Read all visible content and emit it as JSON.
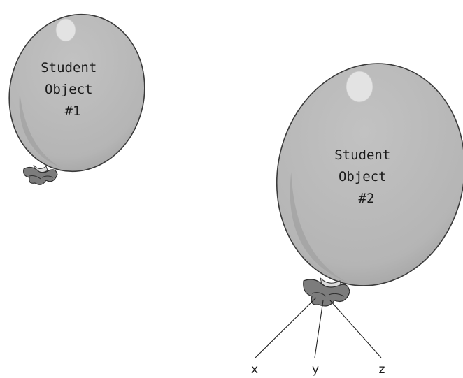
{
  "balloons": [
    {
      "id": "student-object-1",
      "lines": [
        "Student",
        "Object",
        "#1"
      ],
      "references": []
    },
    {
      "id": "student-object-2",
      "lines": [
        "Student",
        "Object",
        "#2"
      ],
      "references": [
        "x",
        "y",
        "z"
      ]
    }
  ],
  "colors": {
    "balloon_fill": "#b5b5b5",
    "balloon_outline": "#3a3a3a",
    "balloon_shade": "#a2a2a2",
    "highlight": "#e3e3e3",
    "knot_dark": "#4a4a4a",
    "knot_mid": "#8c8c8c",
    "knot_collar": "#dcdcdc"
  }
}
